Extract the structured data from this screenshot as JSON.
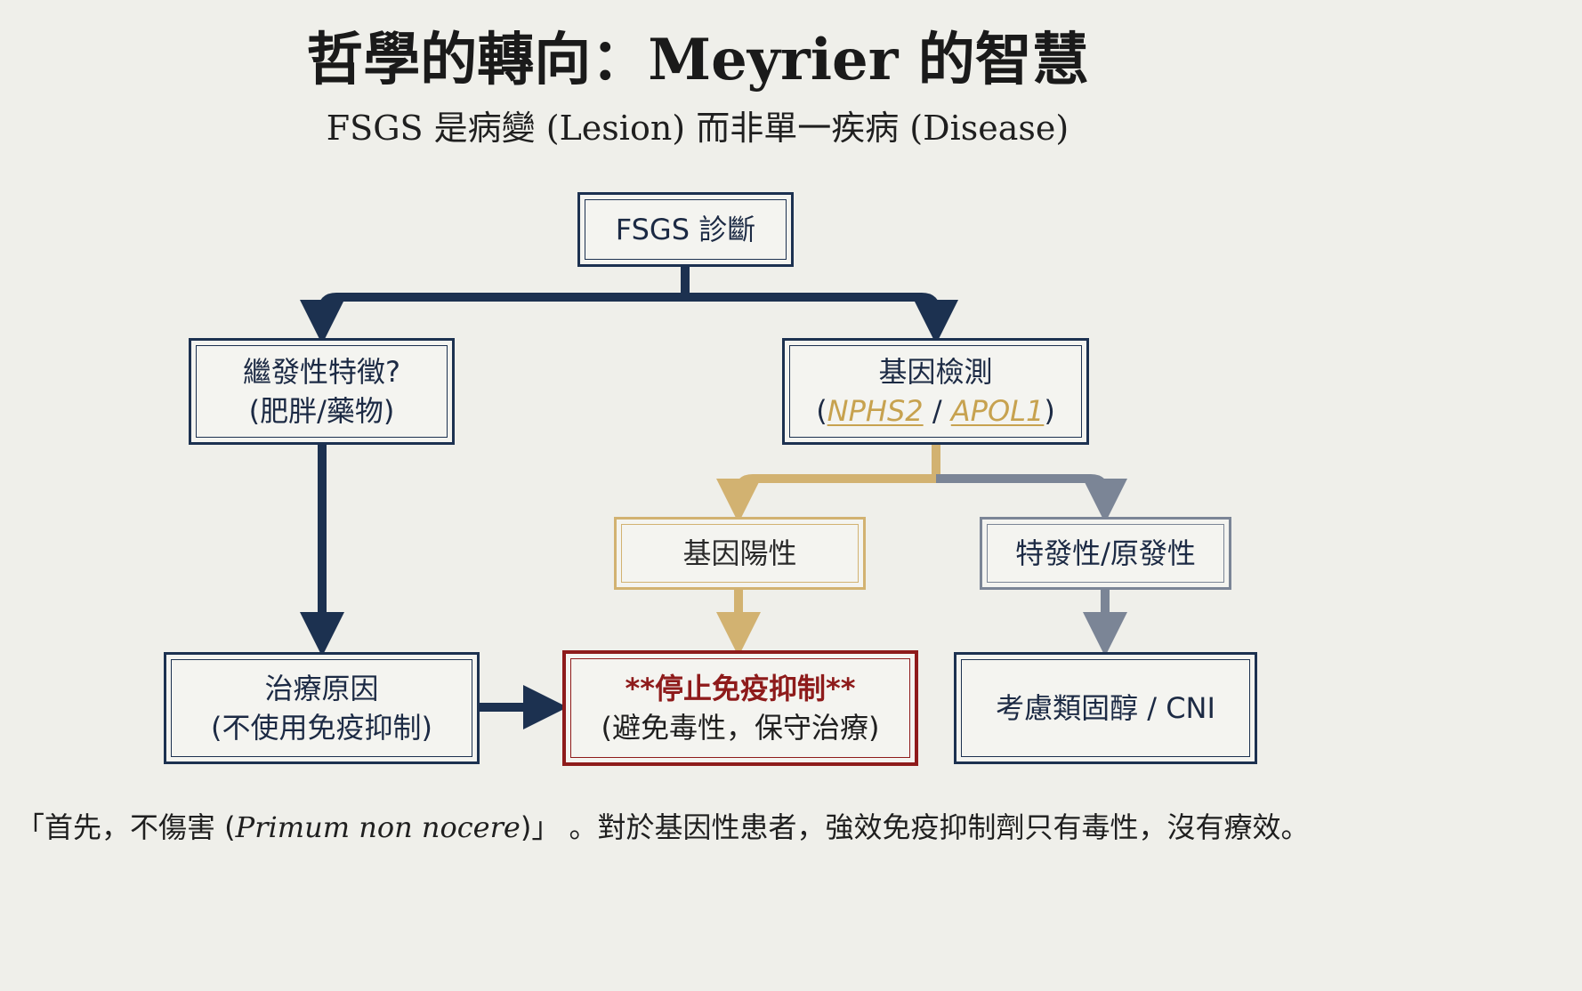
{
  "title": "哲學的轉向：Meyrier 的智慧",
  "subtitle": "FSGS 是病變 (Lesion) 而非單一疾病 (Disease)",
  "nodes": {
    "diagnosis": {
      "label": "FSGS 診斷"
    },
    "secondary": {
      "line1": "繼發性特徵?",
      "line2": "(肥胖/藥物)"
    },
    "genetic_test": {
      "line1": "基因檢測",
      "open": "(",
      "gene1": "NPHS2",
      "sep": " / ",
      "gene2": "APOL1",
      "close": ")"
    },
    "gene_positive": {
      "label": "基因陽性"
    },
    "idiopathic": {
      "label": "特發性/原發性"
    },
    "treat_cause": {
      "line1": "治療原因",
      "line2": "(不使用免疫抑制)"
    },
    "stop_immuno": {
      "line1": "**停止免疫抑制**",
      "line2": "(避免毒性，保守治療)"
    },
    "consider_steroids": {
      "label": "考慮類固醇 / CNI"
    }
  },
  "footer": {
    "pre": "「首先，不傷害 (",
    "latin": "Primum non nocere",
    "post": ")」 。對於基因性患者，強效免疫抑制劑只有毒性，沒有療效。"
  },
  "colors": {
    "navy": "#1c3150",
    "gold": "#d2b271",
    "slate": "#7b8596",
    "red": "#8e1b1b"
  }
}
